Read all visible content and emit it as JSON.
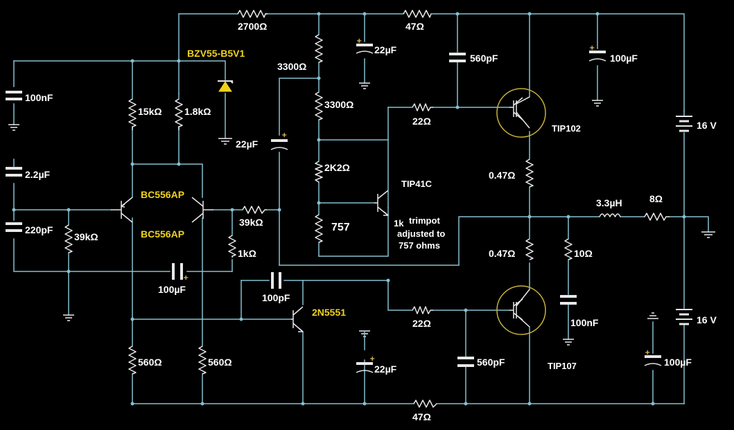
{
  "resistors": {
    "r_top_left": "2700Ω",
    "r_top_right": "47Ω",
    "r_15k": "15kΩ",
    "r_1k8": "1.8kΩ",
    "r_3300_a": "3300Ω",
    "r_3300_b": "3300Ω",
    "r_2k2": "2K2Ω",
    "r_trim": "757",
    "r_22_top": "22Ω",
    "r_047_top": "0.47Ω",
    "r_047_bot": "0.47Ω",
    "r_39k_left": "39kΩ",
    "r_39k_fb": "39kΩ",
    "r_1k": "1kΩ",
    "r_22_bot": "22Ω",
    "r_560_a": "560Ω",
    "r_560_b": "560Ω",
    "r_47_bottom": "47Ω",
    "r_10": "10Ω",
    "r_load": "8Ω"
  },
  "capacitors": {
    "c_100nF_left": "100nF",
    "c_2u2": "2.2µF",
    "c_220p": "220pF",
    "c_22u_top": "22µF",
    "c_560p_top": "560pF",
    "c_100u_top": "100µF",
    "c_22u_zener": "22µF",
    "c_100u_fb": "100µF",
    "c_100p": "100pF",
    "c_22u_bot": "22µF",
    "c_560p_bot": "560pF",
    "c_100nF_zobel": "100nF",
    "c_100u_bot": "100µF"
  },
  "semiconductors": {
    "zener": "BZV55-B5V1",
    "q_bc556_a": "BC556AP",
    "q_bc556_b": "BC556AP",
    "q_tip41c": "TIP41C",
    "q_tip102": "TIP102",
    "q_2n5551": "2N5551",
    "q_tip107": "TIP107"
  },
  "other": {
    "inductor": "3.3µH",
    "supply_top": "16 V",
    "supply_bot": "16 V",
    "trimpot_line1": "1k",
    "trimpot_line1b": "trimpot",
    "trimpot_line2": "adjusted to",
    "trimpot_line3": "757 ohms"
  },
  "colors": {
    "background": "#000000",
    "wire": "#86bfcf",
    "component": "#e8e8e8",
    "part_label": "#f0d21c",
    "value_label": "#ffffff",
    "zener_fill": "#f0d21c"
  }
}
